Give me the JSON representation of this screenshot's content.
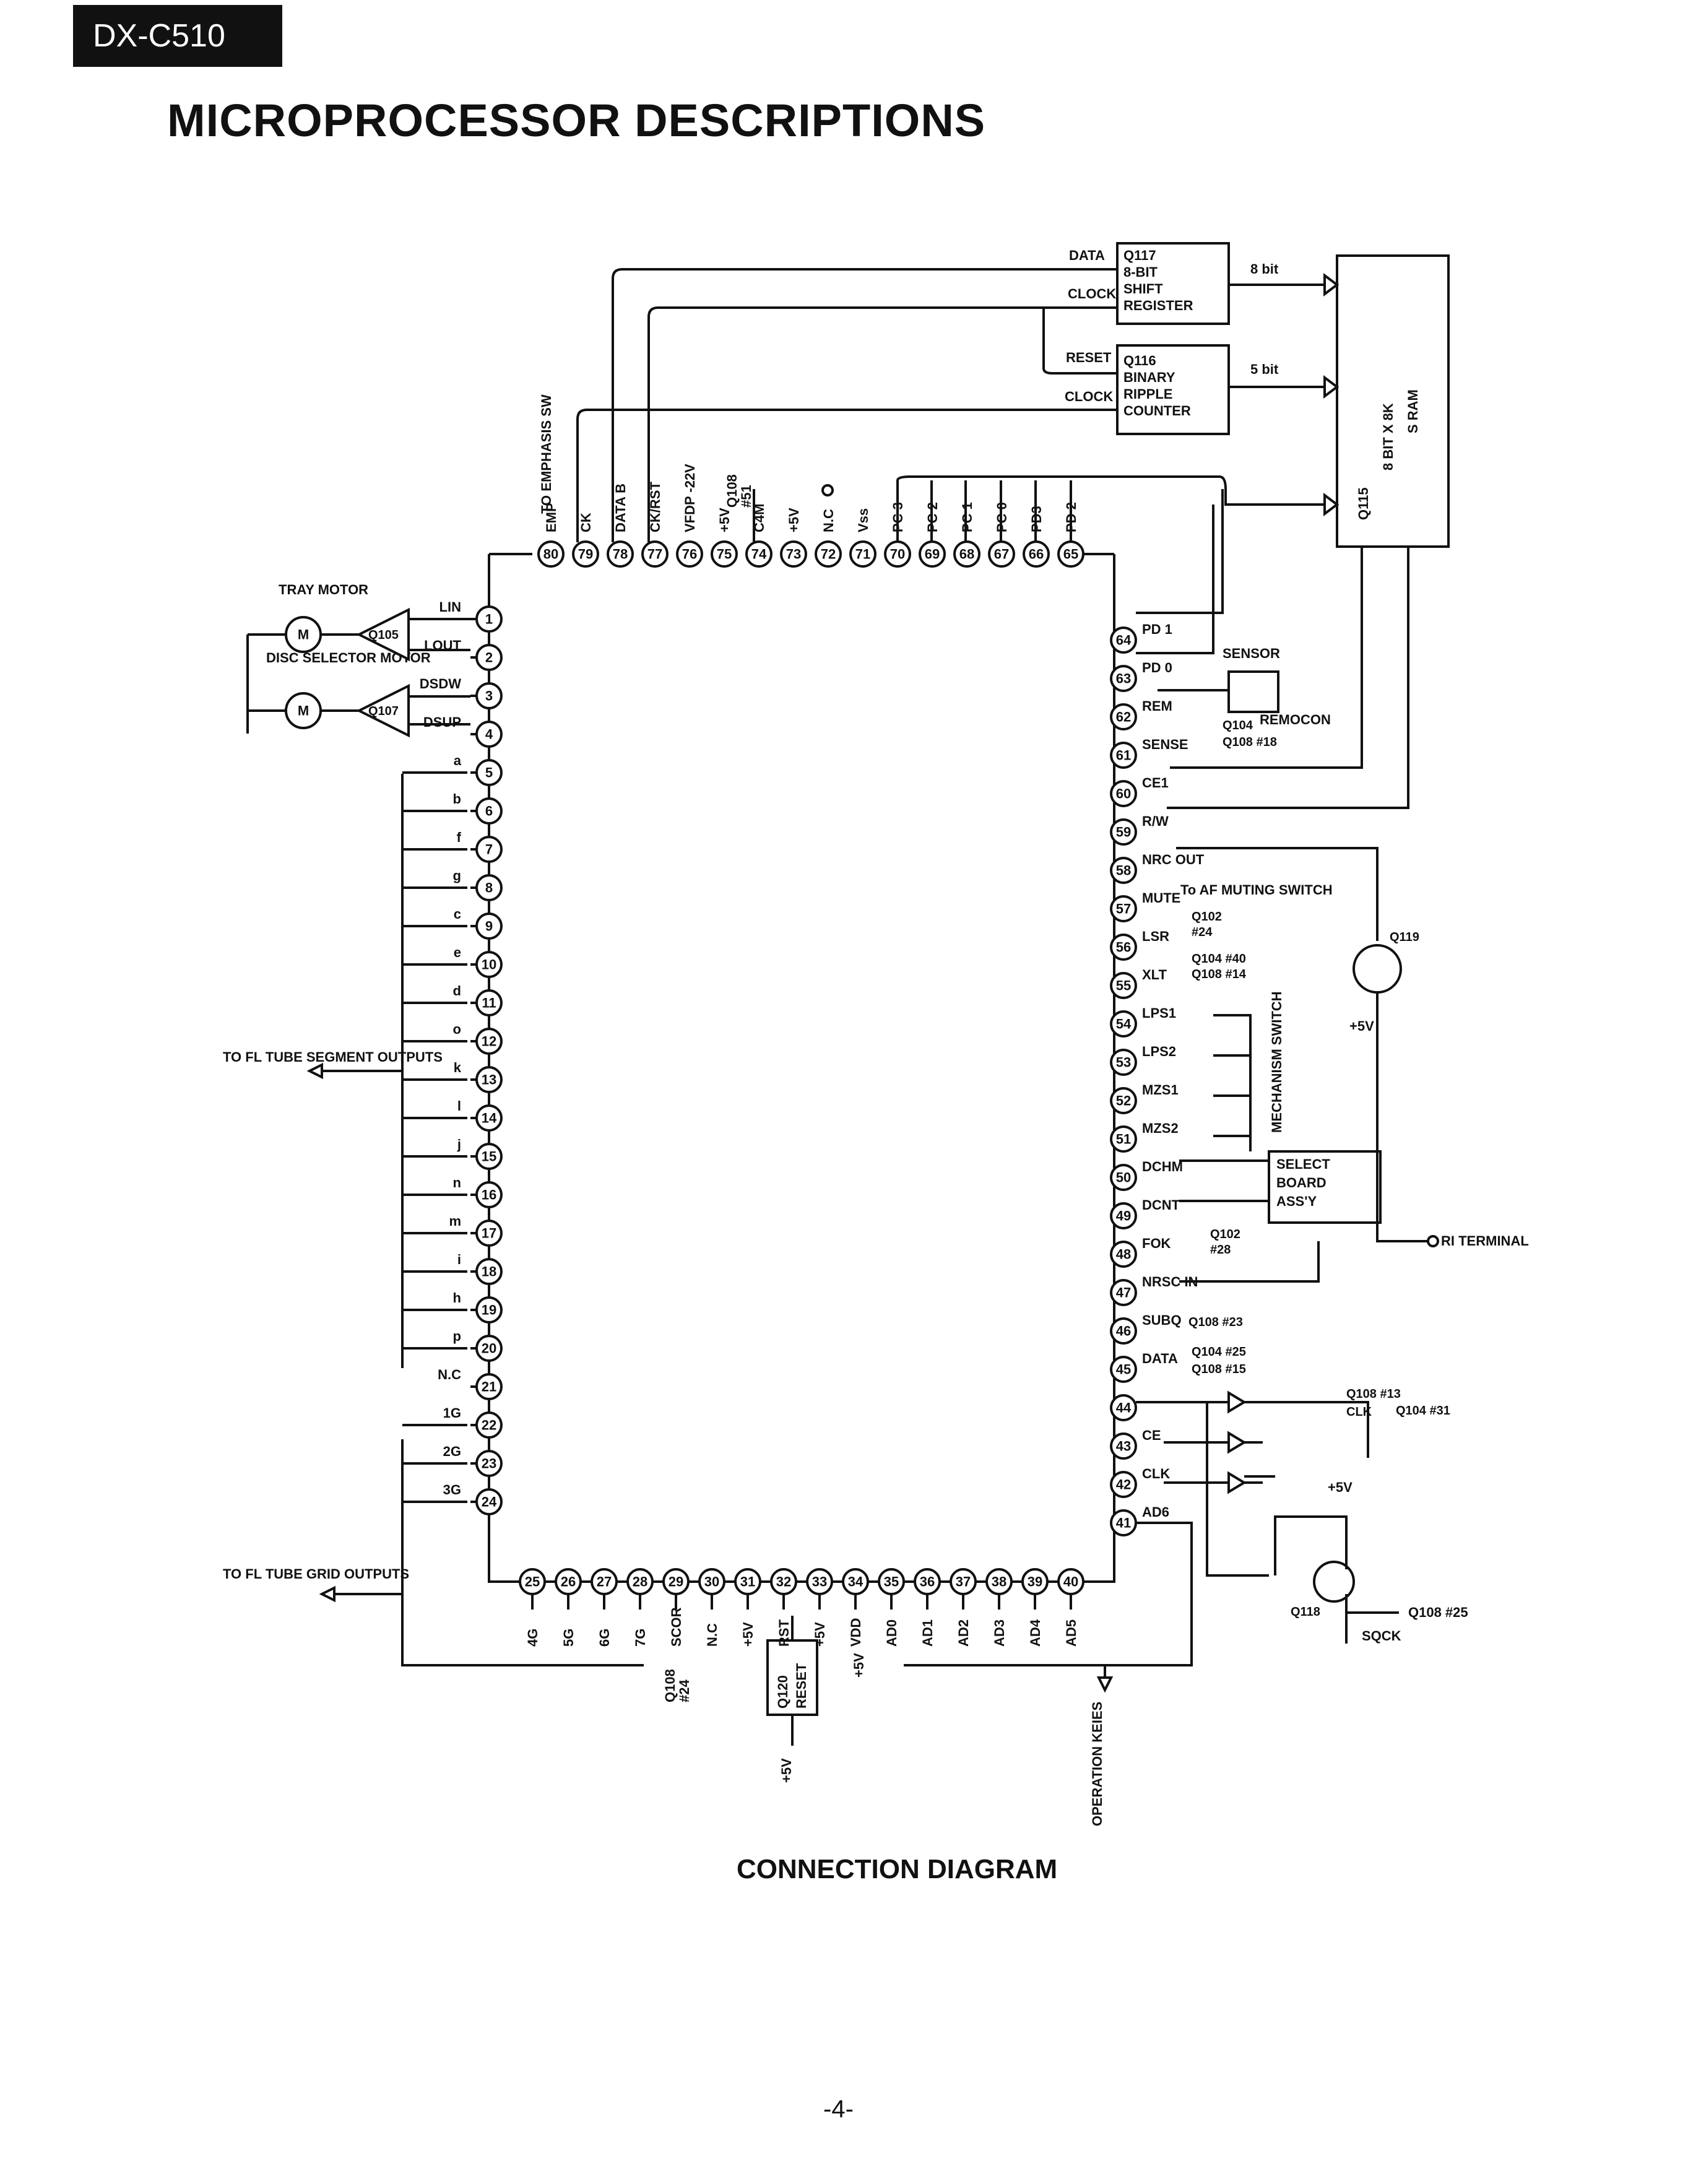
{
  "header": {
    "model": "DX-C510",
    "title": "MICROPROCESSOR DESCRIPTIONS"
  },
  "caption": "CONNECTION DIAGRAM",
  "page_number": "-4-",
  "chips": {
    "q117": [
      "Q117",
      "8-BIT",
      "SHIFT",
      "REGISTER"
    ],
    "q116": [
      "Q116",
      "BINARY",
      "RIPPLE",
      "COUNTER"
    ],
    "q115": [
      "Q115",
      "8 BIT X 8K",
      "S RAM"
    ],
    "select_board": [
      "SELECT",
      "BOARD",
      "ASS'Y"
    ],
    "reset": [
      "Q120",
      "RESET"
    ]
  },
  "bus_labels": {
    "data": "DATA",
    "clock1": "CLOCK",
    "reset": "RESET",
    "clock2": "CLOCK",
    "bit8": "8 bit",
    "bit5": "5 bit"
  },
  "left_blocks": {
    "tray_motor": "TRAY MOTOR",
    "disc_motor": "DISC SELECTOR MOTOR",
    "q105": "Q105",
    "q107": "Q107",
    "motor": "M",
    "fl_segment": "TO FL TUBE SEGMENT OUTPUTS",
    "fl_grid": "TO FL TUBE GRID OUTPUTS"
  },
  "right_blocks": {
    "sensor": "SENSOR",
    "remocon": "REMOCON",
    "mechanism_switch": "MECHANISM SWITCH",
    "q119": "Q119",
    "q118": "Q118",
    "plus5v": "+5V",
    "ri_terminal": "RI TERMINAL",
    "sqck": "SQCK",
    "q108_25": "Q108 #25",
    "operation_keys": "OPERATION KEIES"
  },
  "pins": {
    "left": [
      {
        "n": "1",
        "label": "LIN"
      },
      {
        "n": "2",
        "label": "LOUT"
      },
      {
        "n": "3",
        "label": "DSDW"
      },
      {
        "n": "4",
        "label": "DSUP"
      },
      {
        "n": "5",
        "label": "a"
      },
      {
        "n": "6",
        "label": "b"
      },
      {
        "n": "7",
        "label": "f"
      },
      {
        "n": "8",
        "label": "g"
      },
      {
        "n": "9",
        "label": "c"
      },
      {
        "n": "10",
        "label": "e"
      },
      {
        "n": "11",
        "label": "d"
      },
      {
        "n": "12",
        "label": "o"
      },
      {
        "n": "13",
        "label": "k"
      },
      {
        "n": "14",
        "label": "l"
      },
      {
        "n": "15",
        "label": "j"
      },
      {
        "n": "16",
        "label": "n"
      },
      {
        "n": "17",
        "label": "m"
      },
      {
        "n": "18",
        "label": "i"
      },
      {
        "n": "19",
        "label": "h"
      },
      {
        "n": "20",
        "label": "p"
      },
      {
        "n": "21",
        "label": "N.C"
      },
      {
        "n": "22",
        "label": "1G"
      },
      {
        "n": "23",
        "label": "2G"
      },
      {
        "n": "24",
        "label": "3G"
      }
    ],
    "bottom": [
      {
        "n": "25",
        "label": "4G"
      },
      {
        "n": "26",
        "label": "5G"
      },
      {
        "n": "27",
        "label": "6G"
      },
      {
        "n": "28",
        "label": "7G"
      },
      {
        "n": "29",
        "label": "SCOR"
      },
      {
        "n": "30",
        "label": "N.C"
      },
      {
        "n": "31",
        "label": "+5V"
      },
      {
        "n": "32",
        "label": "RST"
      },
      {
        "n": "33",
        "label": "+5V"
      },
      {
        "n": "34",
        "label": "VDD"
      },
      {
        "n": "35",
        "label": "AD0"
      },
      {
        "n": "36",
        "label": "AD1"
      },
      {
        "n": "37",
        "label": "AD2"
      },
      {
        "n": "38",
        "label": "AD3"
      },
      {
        "n": "39",
        "label": "AD4"
      },
      {
        "n": "40",
        "label": "AD5"
      }
    ],
    "right": [
      {
        "n": "41",
        "label": "AD6"
      },
      {
        "n": "42",
        "label": "CLK"
      },
      {
        "n": "43",
        "label": "CE"
      },
      {
        "n": "44",
        "label": ""
      },
      {
        "n": "45",
        "label": "DATA"
      },
      {
        "n": "46",
        "label": "SUBQ"
      },
      {
        "n": "47",
        "label": "NRSC IN"
      },
      {
        "n": "48",
        "label": "FOK"
      },
      {
        "n": "49",
        "label": "DCNT"
      },
      {
        "n": "50",
        "label": "DCHM"
      },
      {
        "n": "51",
        "label": "MZS2"
      },
      {
        "n": "52",
        "label": "MZS1"
      },
      {
        "n": "53",
        "label": "LPS2"
      },
      {
        "n": "54",
        "label": "LPS1"
      },
      {
        "n": "55",
        "label": "XLT"
      },
      {
        "n": "56",
        "label": "LSR"
      },
      {
        "n": "57",
        "label": "MUTE"
      },
      {
        "n": "58",
        "label": "NRC OUT"
      },
      {
        "n": "59",
        "label": "R/W"
      },
      {
        "n": "60",
        "label": "CE1"
      },
      {
        "n": "61",
        "label": "SENSE"
      },
      {
        "n": "62",
        "label": "REM"
      },
      {
        "n": "63",
        "label": "PD 0"
      },
      {
        "n": "64",
        "label": "PD 1"
      }
    ],
    "top": [
      {
        "n": "65",
        "label": "PD 2"
      },
      {
        "n": "66",
        "label": "PD3"
      },
      {
        "n": "67",
        "label": "PC 0"
      },
      {
        "n": "68",
        "label": "PC 1"
      },
      {
        "n": "69",
        "label": "PC 2"
      },
      {
        "n": "70",
        "label": "PC 3"
      },
      {
        "n": "71",
        "label": "Vss"
      },
      {
        "n": "72",
        "label": "N.C"
      },
      {
        "n": "73",
        "label": "+5V"
      },
      {
        "n": "74",
        "label": "C4M"
      },
      {
        "n": "75",
        "label": "+5V"
      },
      {
        "n": "76",
        "label": "VFDP -22V"
      },
      {
        "n": "77",
        "label": "CK/RST"
      },
      {
        "n": "78",
        "label": "DATA B"
      },
      {
        "n": "79",
        "label": "CK"
      },
      {
        "n": "80",
        "label": "EMP"
      }
    ]
  },
  "right_notes": {
    "n61": [
      "Q104",
      "Q108 #18"
    ],
    "n56": [
      "Q102",
      "#24"
    ],
    "n55": [
      "Q104 #40",
      "Q108 #14"
    ],
    "n57": "To AF MUTING SWITCH",
    "n48": [
      "Q102",
      "#28"
    ],
    "n46": "Q108 #23",
    "n45": [
      "Q104 #25",
      "Q108 #15"
    ],
    "n44": [
      "Q108 #13",
      "Q104 #31"
    ],
    "clk": "CLK",
    "q108_51": [
      "Q108",
      "#51"
    ],
    "emphasis": "TO EMPHASIS SW",
    "q108_24": [
      "Q108",
      "#24"
    ],
    "plus5v_b": "+5V"
  }
}
